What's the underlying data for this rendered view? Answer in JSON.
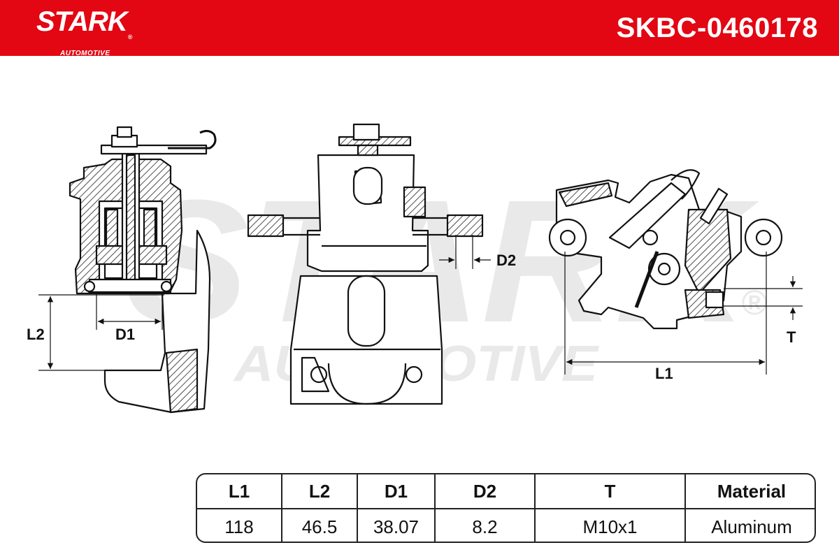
{
  "header": {
    "brand": "STARK",
    "brand_registered": "®",
    "brand_sub": "AUTOMOTIVE",
    "part_number": "SKBC-0460178",
    "color": "#e30613"
  },
  "drawing": {
    "watermark_main": "STARK",
    "watermark_sub": "AUTOMOTIVE",
    "watermark_registered": "®",
    "dimension_labels": {
      "L1": "L1",
      "L2": "L2",
      "D1": "D1",
      "D2": "D2",
      "T": "T"
    }
  },
  "spec_table": {
    "headers": [
      "L1",
      "L2",
      "D1",
      "D2",
      "T",
      "Material"
    ],
    "values": [
      "118",
      "46.5",
      "38.07",
      "8.2",
      "M10x1",
      "Aluminum"
    ]
  }
}
